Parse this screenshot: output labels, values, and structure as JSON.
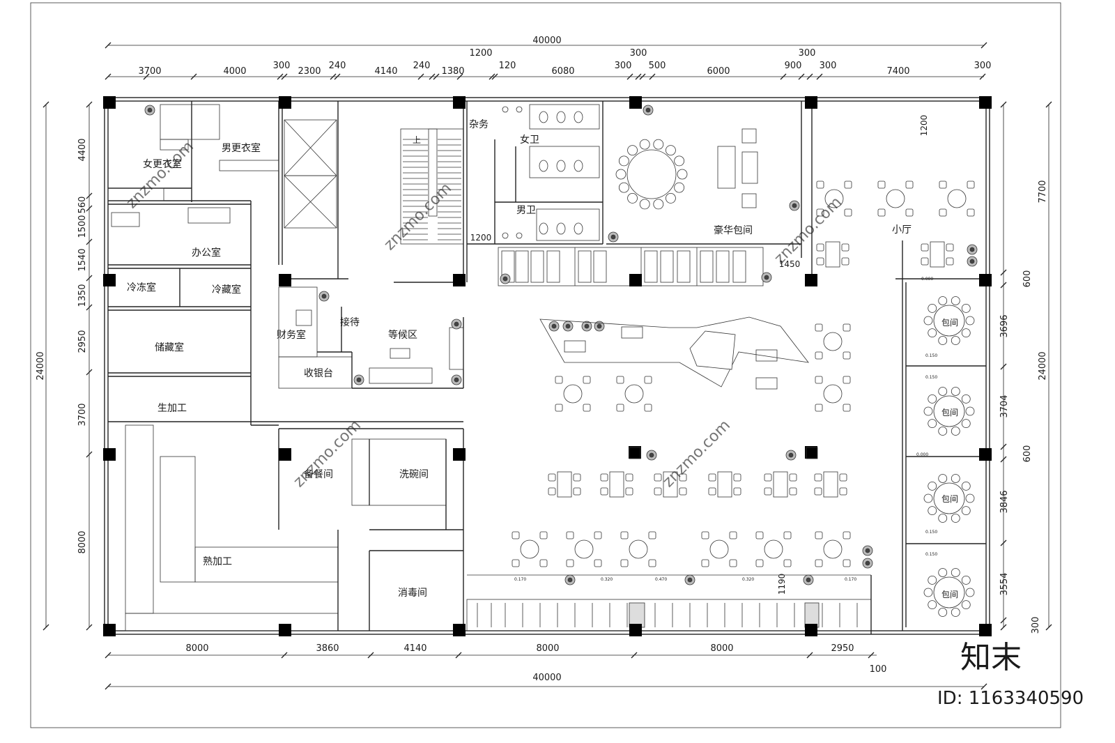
{
  "dimensions": {
    "overall_top": "40000",
    "overall_bottom": "40000",
    "top_upper": [
      "1200",
      "300",
      "300"
    ],
    "top_row": [
      "3700",
      "4000",
      "300",
      "2300",
      "240",
      "4140",
      "240",
      "1380",
      "120",
      "6080",
      "300",
      "500",
      "6000",
      "900",
      "300",
      "7400",
      "300"
    ],
    "bottom_row": [
      "8000",
      "3860",
      "4140",
      "8000",
      "8000",
      "2950"
    ],
    "bottom_extra": "100",
    "left_total": "24000",
    "left_row": [
      "4400",
      "560",
      "1500",
      "1540",
      "1350",
      "2950",
      "3700",
      "8000"
    ],
    "right_total": "24000",
    "right_row": [
      "7700",
      "600",
      "3696",
      "3704",
      "600",
      "3846",
      "3554",
      "300"
    ],
    "inner": [
      "1200",
      "1200",
      "1450",
      "1190"
    ],
    "partition_marks": [
      "0.000",
      "0.150",
      "0.150",
      "0.000",
      "0.150",
      "0.150"
    ],
    "counter_marks": [
      "0.170",
      "0.320",
      "0.470",
      "0.320",
      "0.170"
    ]
  },
  "rooms": {
    "female_locker": "女更衣室",
    "male_locker": "男更衣室",
    "office": "办公室",
    "freezer": "冷冻室",
    "cold_storage": "冷藏室",
    "storage": "储藏室",
    "raw_processing": "生加工",
    "cooked_processing": "熟加工",
    "finance": "财务室",
    "reception": "接待",
    "waiting": "等候区",
    "cashier": "收银台",
    "prep": "备餐间",
    "dishwash": "洗碗间",
    "disinfection": "消毒间",
    "utility": "杂务",
    "female_wc": "女卫",
    "male_wc": "男卫",
    "vip_room": "豪华包间",
    "small_hall": "小厅",
    "private_room_1": "包间",
    "private_room_2": "包间",
    "private_room_3": "包间",
    "private_room_4": "包间",
    "stair_up": "上"
  },
  "watermark": {
    "brand": "知末",
    "id_text": "ID: 1163340590",
    "site": "znzmo.com"
  }
}
